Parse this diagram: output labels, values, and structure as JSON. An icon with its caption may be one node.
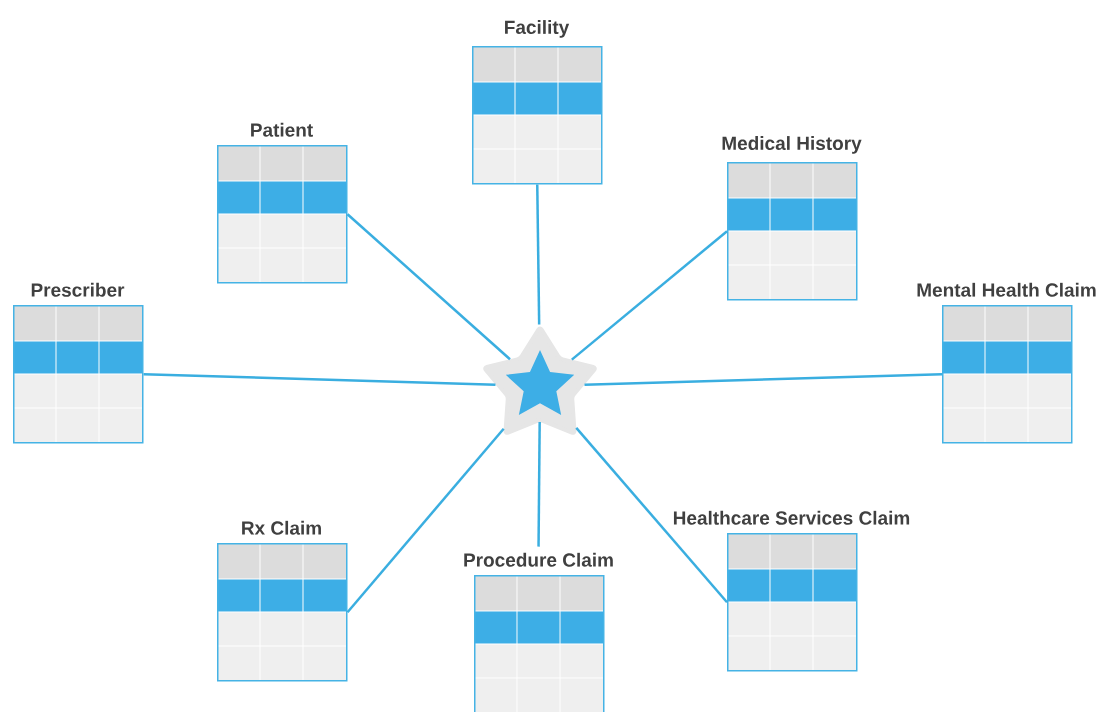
{
  "diagram": {
    "nodes": [
      {
        "text": [],
        "shape": "star"
      },
      {
        "text": [
          "Facility"
        ]
      },
      {
        "text": [
          "Patient"
        ]
      },
      {
        "text": [
          "Medical History"
        ]
      },
      {
        "text": [
          "Prescriber"
        ]
      },
      {
        "text": [
          "Mental Health Claim"
        ]
      },
      {
        "text": [
          "Rx  Claim"
        ]
      },
      {
        "text": [
          "Procedure Claim"
        ]
      },
      {
        "text": [
          "Healthcare Services Claim"
        ]
      }
    ],
    "edges": [
      {
        "from": 0,
        "to": 1,
        "arrow": "none"
      },
      {
        "from": 0,
        "to": 2,
        "arrow": "none"
      },
      {
        "from": 0,
        "to": 3,
        "arrow": "none"
      },
      {
        "from": 0,
        "to": 4,
        "arrow": "none"
      },
      {
        "from": 0,
        "to": 5,
        "arrow": "none"
      },
      {
        "from": 0,
        "to": 6,
        "arrow": "none"
      },
      {
        "from": 0,
        "to": 7,
        "arrow": "none"
      },
      {
        "from": 0,
        "to": 8,
        "arrow": "none"
      }
    ]
  }
}
